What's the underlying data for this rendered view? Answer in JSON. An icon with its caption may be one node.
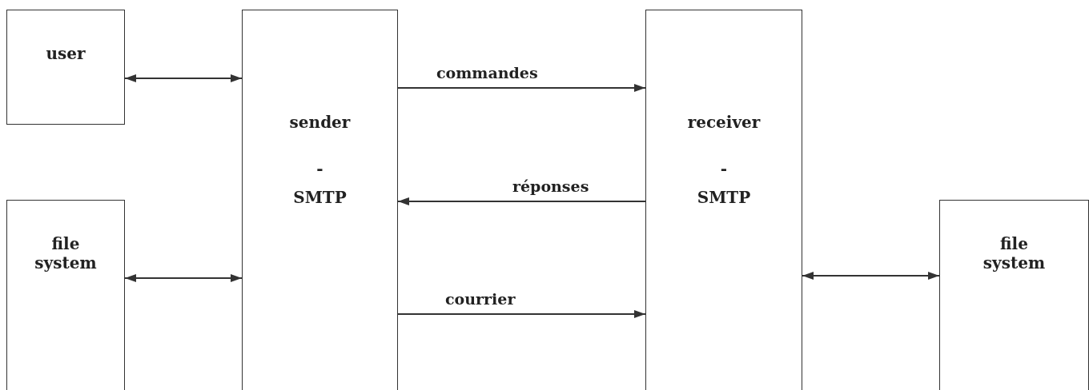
{
  "diagram": {
    "nodes": [
      {
        "text": [
          "user"
        ]
      },
      {
        "text": [
          "file system"
        ]
      },
      {
        "text": [
          "sender",
          "-",
          "SMTP"
        ]
      },
      {
        "text": [
          "receiver",
          "-",
          "SMTP"
        ]
      },
      {
        "text": [
          "file system"
        ]
      }
    ],
    "edges": [
      {
        "from": 0,
        "to": 2,
        "arrow": "both"
      },
      {
        "from": 1,
        "to": 2,
        "arrow": "both"
      },
      {
        "from": 2,
        "to": 3,
        "label": "commandes",
        "arrow": "to"
      },
      {
        "from": 3,
        "to": 2,
        "label": "réponses",
        "arrow": "to"
      },
      {
        "from": 2,
        "to": 3,
        "label": "courrier",
        "arrow": "to"
      },
      {
        "from": 3,
        "to": 4,
        "arrow": "both"
      }
    ]
  }
}
